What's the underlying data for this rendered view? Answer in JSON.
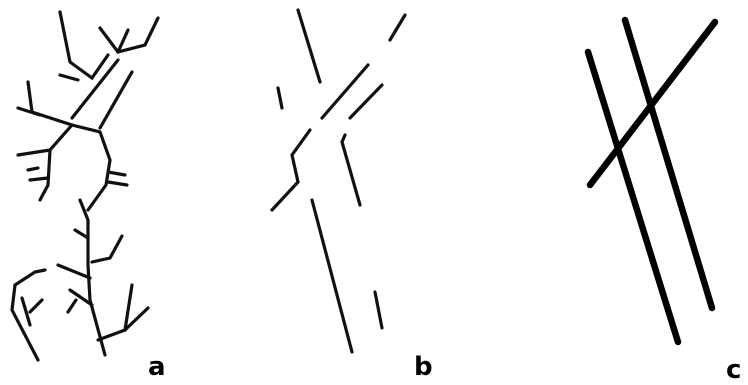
{
  "figure": {
    "panels": [
      {
        "id": "a",
        "label": "a",
        "style": "branching-network"
      },
      {
        "id": "b",
        "label": "b",
        "style": "fragmented-linear-segments"
      },
      {
        "id": "c",
        "label": "c",
        "style": "simplified-lineaments"
      }
    ],
    "colors": {
      "background": "#ffffff",
      "line": "#000000"
    }
  }
}
